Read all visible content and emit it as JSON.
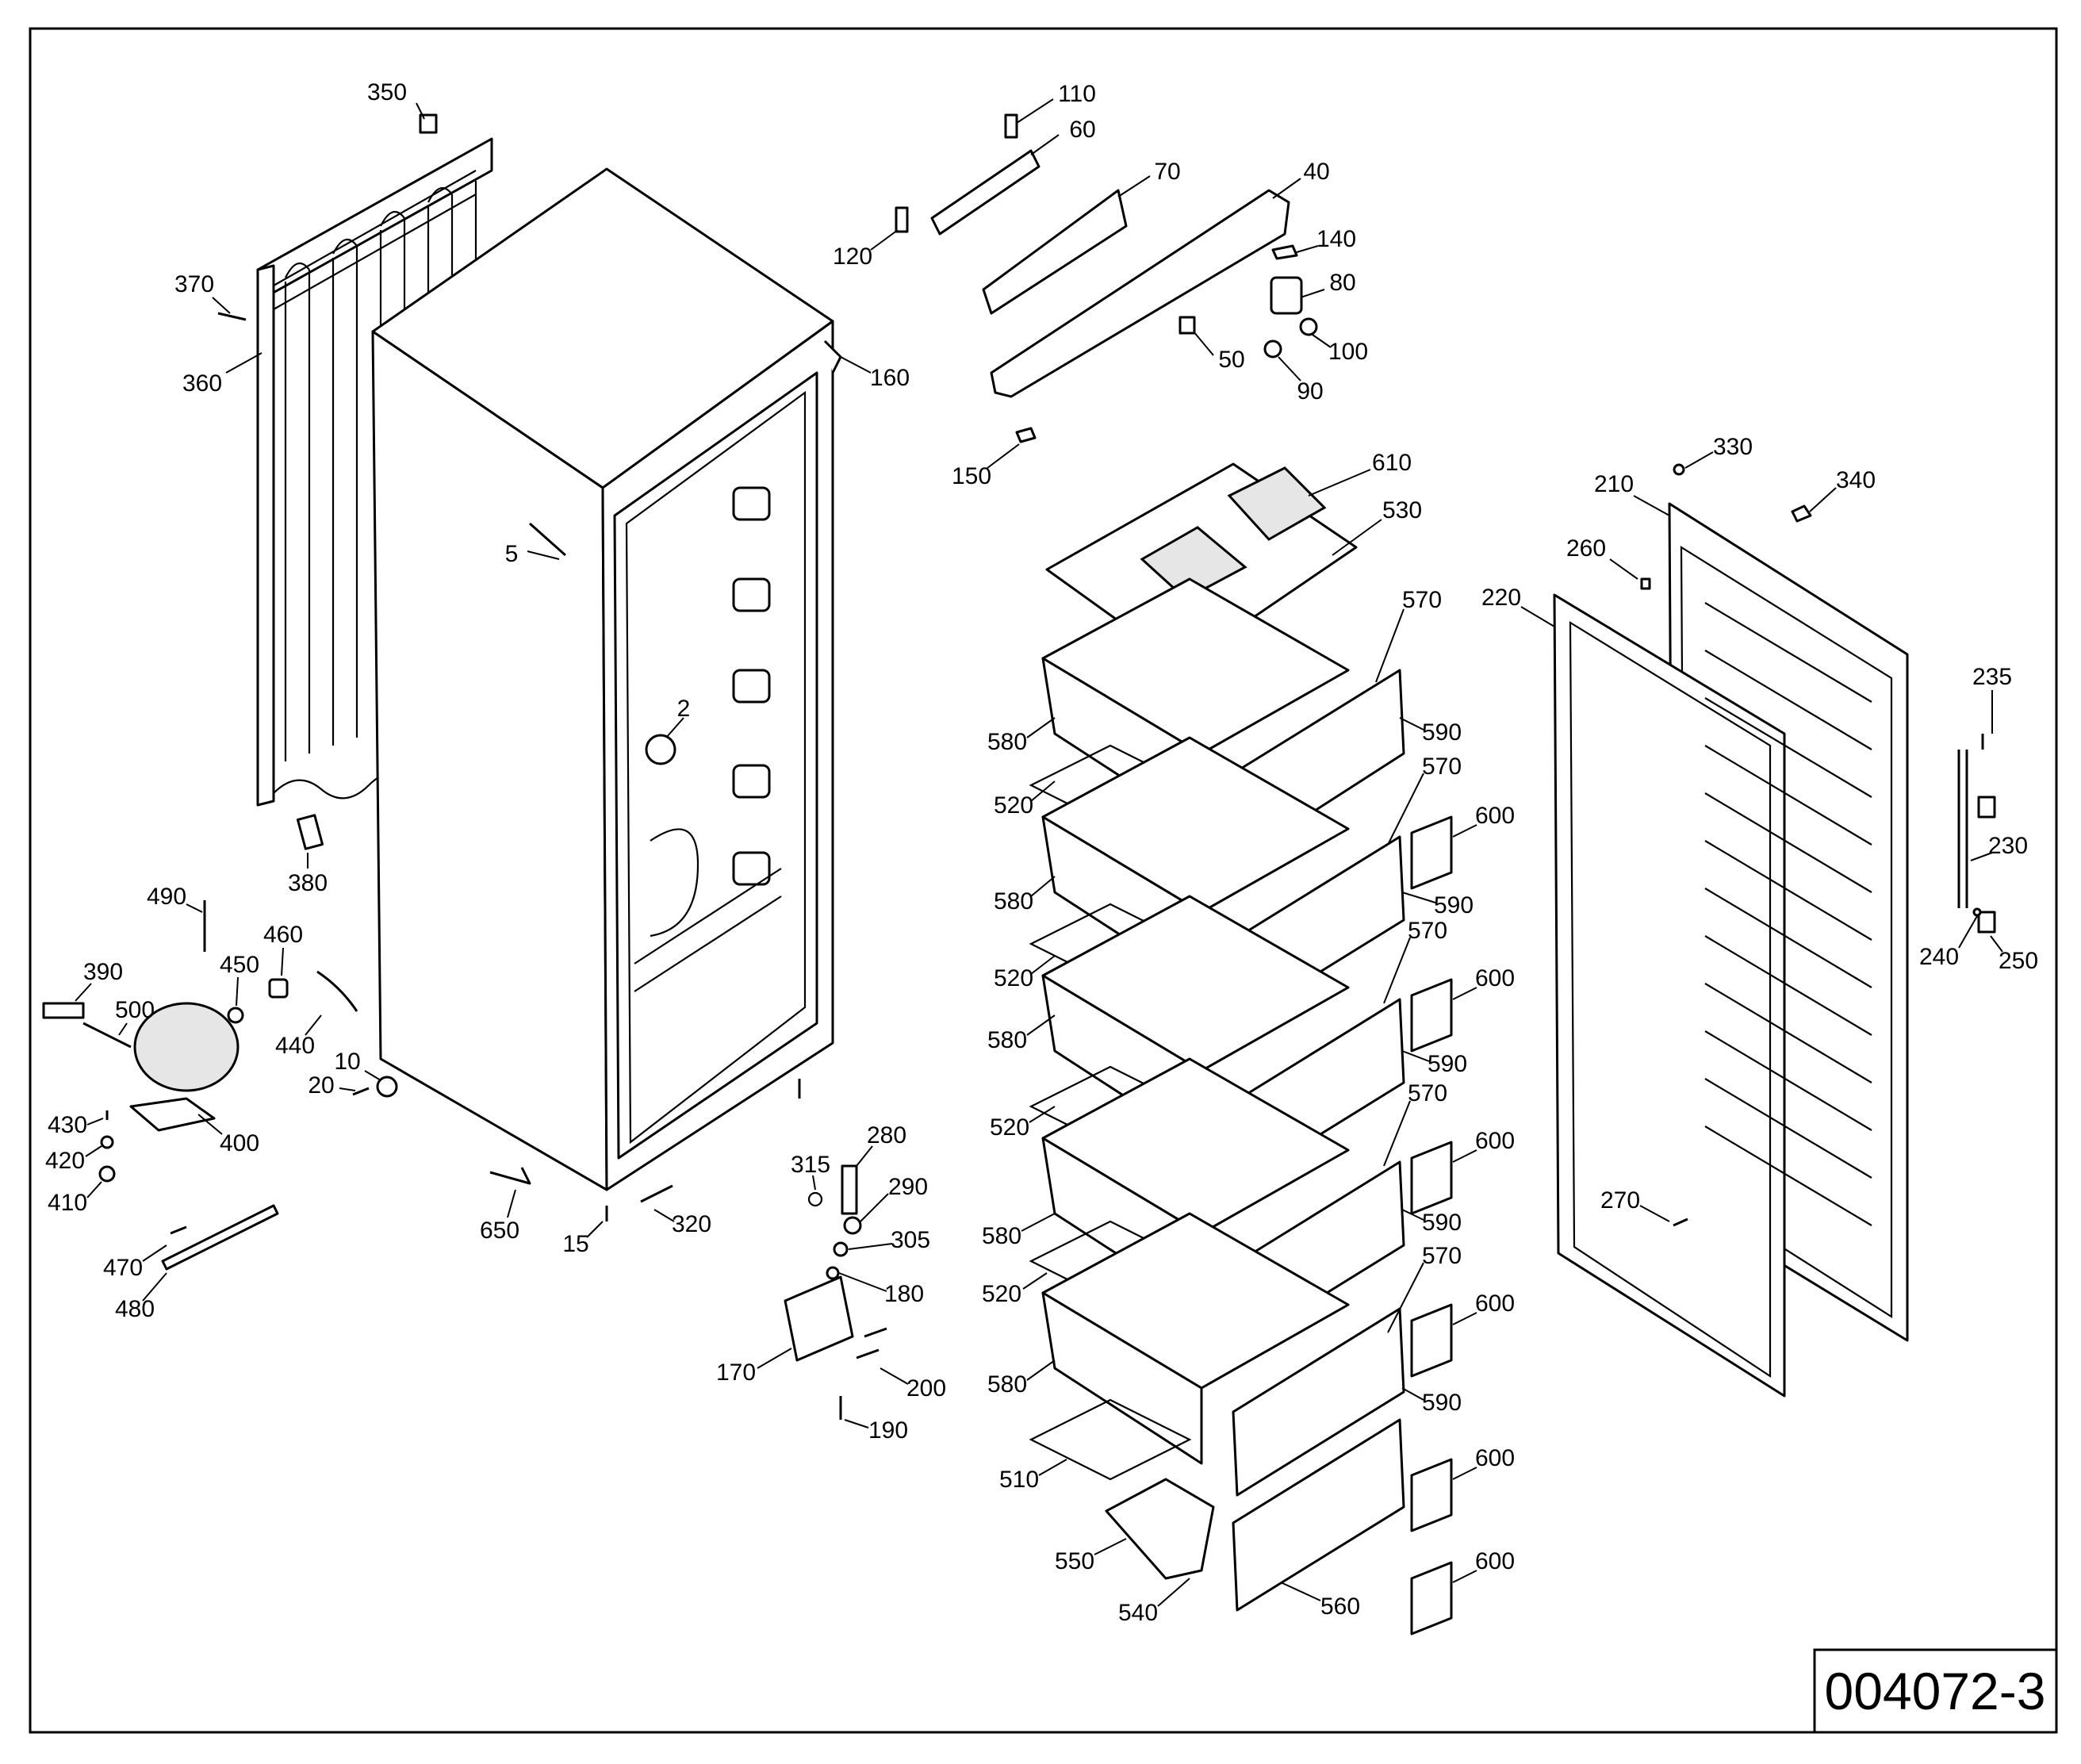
{
  "drawing_code": "004072-3",
  "callouts": [
    {
      "id": "c350",
      "label": "350"
    },
    {
      "id": "c370",
      "label": "370"
    },
    {
      "id": "c360",
      "label": "360"
    },
    {
      "id": "c380",
      "label": "380"
    },
    {
      "id": "c5",
      "label": "5"
    },
    {
      "id": "c2",
      "label": "2"
    },
    {
      "id": "c160",
      "label": "160"
    },
    {
      "id": "c110",
      "label": "110"
    },
    {
      "id": "c60",
      "label": "60"
    },
    {
      "id": "c70",
      "label": "70"
    },
    {
      "id": "c120",
      "label": "120"
    },
    {
      "id": "c40",
      "label": "40"
    },
    {
      "id": "c140",
      "label": "140"
    },
    {
      "id": "c80",
      "label": "80"
    },
    {
      "id": "c50",
      "label": "50"
    },
    {
      "id": "c100",
      "label": "100"
    },
    {
      "id": "c90",
      "label": "90"
    },
    {
      "id": "c150",
      "label": "150"
    },
    {
      "id": "c610",
      "label": "610"
    },
    {
      "id": "c530",
      "label": "530"
    },
    {
      "id": "c330",
      "label": "330"
    },
    {
      "id": "c340",
      "label": "340"
    },
    {
      "id": "c210",
      "label": "210"
    },
    {
      "id": "c260",
      "label": "260"
    },
    {
      "id": "c220",
      "label": "220"
    },
    {
      "id": "c235",
      "label": "235"
    },
    {
      "id": "c230",
      "label": "230"
    },
    {
      "id": "c240",
      "label": "240"
    },
    {
      "id": "c250",
      "label": "250"
    },
    {
      "id": "c270",
      "label": "270"
    },
    {
      "id": "c570a",
      "label": "570"
    },
    {
      "id": "c590a",
      "label": "590"
    },
    {
      "id": "c580a",
      "label": "580"
    },
    {
      "id": "c520a",
      "label": "520"
    },
    {
      "id": "c570b",
      "label": "570"
    },
    {
      "id": "c600a",
      "label": "600"
    },
    {
      "id": "c580b",
      "label": "580"
    },
    {
      "id": "c590b",
      "label": "590"
    },
    {
      "id": "c520b",
      "label": "520"
    },
    {
      "id": "c570c",
      "label": "570"
    },
    {
      "id": "c600b",
      "label": "600"
    },
    {
      "id": "c580c",
      "label": "580"
    },
    {
      "id": "c590c",
      "label": "590"
    },
    {
      "id": "c520c",
      "label": "520"
    },
    {
      "id": "c570d",
      "label": "570"
    },
    {
      "id": "c600c",
      "label": "600"
    },
    {
      "id": "c580d",
      "label": "580"
    },
    {
      "id": "c590d",
      "label": "590"
    },
    {
      "id": "c520d",
      "label": "520"
    },
    {
      "id": "c570e",
      "label": "570"
    },
    {
      "id": "c600d",
      "label": "600"
    },
    {
      "id": "c580e",
      "label": "580"
    },
    {
      "id": "c590e",
      "label": "590"
    },
    {
      "id": "c510",
      "label": "510"
    },
    {
      "id": "c600e",
      "label": "600"
    },
    {
      "id": "c550",
      "label": "550"
    },
    {
      "id": "c600f",
      "label": "600"
    },
    {
      "id": "c540",
      "label": "540"
    },
    {
      "id": "c560",
      "label": "560"
    },
    {
      "id": "c490",
      "label": "490"
    },
    {
      "id": "c460",
      "label": "460"
    },
    {
      "id": "c390",
      "label": "390"
    },
    {
      "id": "c450",
      "label": "450"
    },
    {
      "id": "c500",
      "label": "500"
    },
    {
      "id": "c440",
      "label": "440"
    },
    {
      "id": "c10",
      "label": "10"
    },
    {
      "id": "c20",
      "label": "20"
    },
    {
      "id": "c430",
      "label": "430"
    },
    {
      "id": "c400",
      "label": "400"
    },
    {
      "id": "c420",
      "label": "420"
    },
    {
      "id": "c410",
      "label": "410"
    },
    {
      "id": "c470",
      "label": "470"
    },
    {
      "id": "c480",
      "label": "480"
    },
    {
      "id": "c650",
      "label": "650"
    },
    {
      "id": "c15",
      "label": "15"
    },
    {
      "id": "c320",
      "label": "320"
    },
    {
      "id": "c315",
      "label": "315"
    },
    {
      "id": "c280",
      "label": "280"
    },
    {
      "id": "c290",
      "label": "290"
    },
    {
      "id": "c305",
      "label": "305"
    },
    {
      "id": "c180",
      "label": "180"
    },
    {
      "id": "c170",
      "label": "170"
    },
    {
      "id": "c200",
      "label": "200"
    },
    {
      "id": "c190",
      "label": "190"
    }
  ]
}
